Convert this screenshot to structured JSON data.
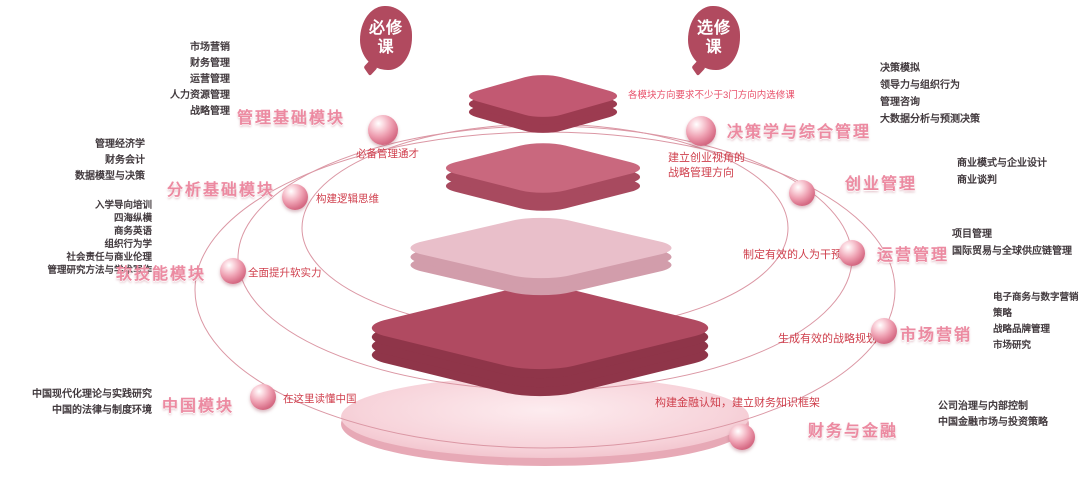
{
  "badges": {
    "required": {
      "line1": "必修",
      "line2": "课"
    },
    "elective": {
      "line1": "选修",
      "line2": "课"
    }
  },
  "elective_note": "各模块方向要求不少于3门方向内选修课",
  "left_modules": [
    {
      "name": "管理基础模块",
      "tagline": "必备管理通才",
      "courses": [
        "市场营销",
        "财务管理",
        "运营管理",
        "人力资源管理",
        "战略管理"
      ]
    },
    {
      "name": "分析基础模块",
      "tagline": "构建逻辑思维",
      "courses": [
        "管理经济学",
        "财务会计",
        "数据模型与决策"
      ]
    },
    {
      "name": "软技能模块",
      "tagline": "全面提升软实力",
      "courses": [
        "入学导向培训",
        "四海纵横",
        "商务英语",
        "组织行为学",
        "社会责任与商业伦理",
        "管理研究方法与学术写作"
      ]
    },
    {
      "name": "中国模块",
      "tagline": "在这里读懂中国",
      "courses": [
        "中国现代化理论与实践研究",
        "中国的法律与制度环境"
      ]
    }
  ],
  "right_modules": [
    {
      "name": "决策学与综合管理",
      "courses": [
        "决策模拟",
        "领导力与组织行为",
        "管理咨询",
        "大数据分析与预测决策"
      ]
    },
    {
      "name": "创业管理",
      "courses": [
        "商业模式与企业设计",
        "商业谈判"
      ]
    },
    {
      "name": "运营管理",
      "courses": [
        "项目管理",
        "国际贸易与全球供应链管理"
      ]
    },
    {
      "name": "市场营销",
      "courses": [
        "电子商务与数字营销策略",
        "战略品牌管理",
        "市场研究"
      ]
    },
    {
      "name": "财务与金融",
      "courses": [
        "公司治理与内部控制",
        "中国金融市场与投资策略"
      ]
    }
  ],
  "center_annotations": {
    "strategy_line1": "建立创业视角的",
    "strategy_line2": "战略管理方向",
    "hr": "制定有效的人为干预",
    "planning": "生成有效的战略规划",
    "finance": "构建金融认知，建立财务知识框架"
  },
  "colors": {
    "tier_dark": "#b04a61",
    "tier_mid": "#c9687e",
    "tier_light": "#e9bfca",
    "ring": "#db97a4",
    "node": "#e089a0",
    "module_label": "#ec8aa1",
    "annotation": "#cf3f4c",
    "badge": "#b14a5f"
  }
}
